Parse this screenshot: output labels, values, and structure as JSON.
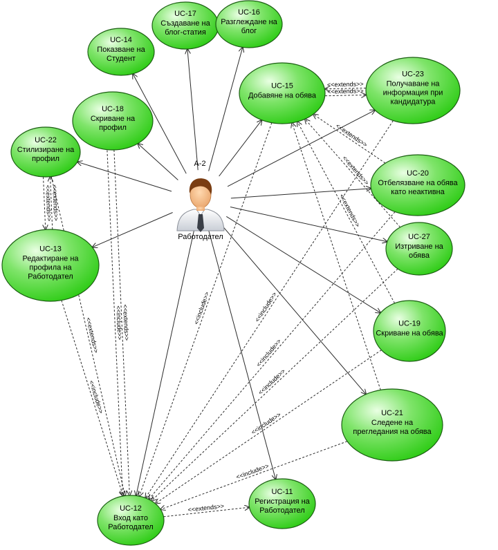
{
  "actor": {
    "id": "A-2",
    "name": "Работодател",
    "icon": "businessman-icon"
  },
  "colors": {
    "usecase_fill": "#2ecc16",
    "usecase_highlight": "#e9ffe3",
    "usecase_stroke": "#1b5e12",
    "line": "#2a2a2a"
  },
  "use_cases": [
    {
      "key": "uc14",
      "id": "UC-14",
      "lines": [
        "Показване на",
        "Студент"
      ]
    },
    {
      "key": "uc17",
      "id": "UC-17",
      "lines": [
        "Създаване на",
        "блог-статия"
      ]
    },
    {
      "key": "uc16",
      "id": "UC-16",
      "lines": [
        "Разглеждане на",
        "блог"
      ]
    },
    {
      "key": "uc15",
      "id": "UC-15",
      "lines": [
        "Добавяне на обява"
      ]
    },
    {
      "key": "uc23",
      "id": "UC-23",
      "lines": [
        "Получаване на",
        "информация при",
        "кандидатура"
      ]
    },
    {
      "key": "uc18",
      "id": "UC-18",
      "lines": [
        "Скриване на",
        "профил"
      ]
    },
    {
      "key": "uc22",
      "id": "UC-22",
      "lines": [
        "Стилизиране на",
        "профил"
      ]
    },
    {
      "key": "uc20",
      "id": "UC-20",
      "lines": [
        "Отбелязване на обява",
        "като неактивна"
      ]
    },
    {
      "key": "uc13",
      "id": "UC-13",
      "lines": [
        "Редактиране на",
        "профила на",
        "Работодател"
      ]
    },
    {
      "key": "uc27",
      "id": "UC-27",
      "lines": [
        "Изтриване на",
        "обява"
      ]
    },
    {
      "key": "uc19",
      "id": "UC-19",
      "lines": [
        "Скриване на обява"
      ]
    },
    {
      "key": "uc21",
      "id": "UC-21",
      "lines": [
        "Следене на",
        "прегледания на обява"
      ]
    },
    {
      "key": "uc12",
      "id": "UC-12",
      "lines": [
        "Вход като",
        "Работодател"
      ]
    },
    {
      "key": "uc11",
      "id": "UC-11",
      "lines": [
        "Регистрация на",
        "Работодател"
      ]
    }
  ],
  "associations": [
    "uc14",
    "uc17",
    "uc16",
    "uc15",
    "uc23",
    "uc18",
    "uc22",
    "uc20",
    "uc13",
    "uc27",
    "uc19",
    "uc21",
    "uc12",
    "uc11"
  ],
  "dependencies": [
    {
      "from": "uc15",
      "to": "uc23",
      "label": "<<extends>>"
    },
    {
      "from": "uc23",
      "to": "uc15",
      "label": "<<extends>>"
    },
    {
      "from": "uc20",
      "to": "uc15",
      "label": "<<extends>>"
    },
    {
      "from": "uc27",
      "to": "uc15",
      "label": "<<extends>>"
    },
    {
      "from": "uc19",
      "to": "uc15",
      "label": "<<extends>>"
    },
    {
      "from": "uc21",
      "to": "uc15",
      "label": ""
    },
    {
      "from": "uc13",
      "to": "uc22",
      "label": "<<extends>>"
    },
    {
      "from": "uc22",
      "to": "uc13",
      "label": "<<extends>>"
    },
    {
      "from": "uc22",
      "to": "uc12",
      "label": "<<extends>>"
    },
    {
      "from": "uc13",
      "to": "uc12",
      "label": "<<include>>"
    },
    {
      "from": "uc18",
      "to": "uc12",
      "label": "<<extends>>"
    },
    {
      "from": "uc18",
      "to": "uc12",
      "label": "<<include>>"
    },
    {
      "from": "uc15",
      "to": "uc12",
      "label": "<<include>>"
    },
    {
      "from": "uc20",
      "to": "uc12",
      "label": "<<include>>"
    },
    {
      "from": "uc23",
      "to": "uc12",
      "label": "<<include>>"
    },
    {
      "from": "uc27",
      "to": "uc12",
      "label": "<<include>>"
    },
    {
      "from": "uc19",
      "to": "uc12",
      "label": "<<include>>"
    },
    {
      "from": "uc21",
      "to": "uc12",
      "label": "<<include>>"
    },
    {
      "from": "uc12",
      "to": "uc11",
      "label": "<<extends>>"
    }
  ]
}
